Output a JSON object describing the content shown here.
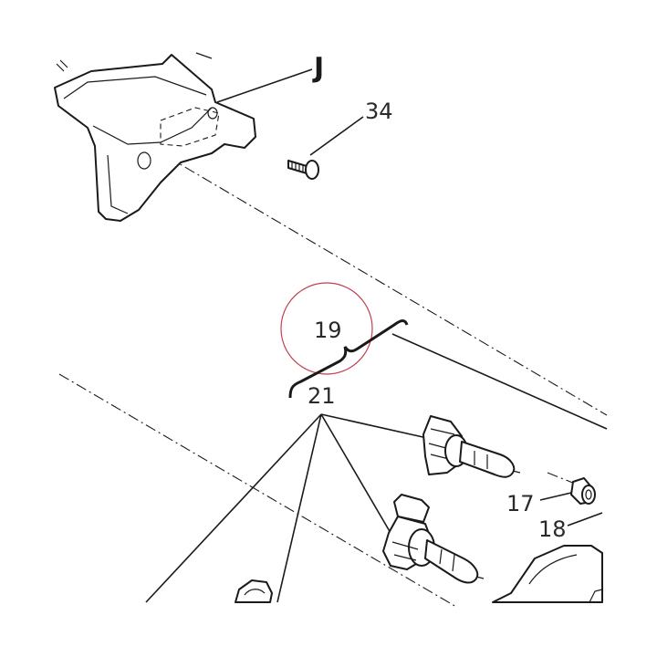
{
  "diagram": {
    "callouts": {
      "ref_j": "J",
      "p34": "34",
      "p19": "19",
      "p21": "21",
      "p17": "17",
      "p18": "18"
    },
    "highlight_color": "#c0404f",
    "line_color": "#1a1a1a"
  }
}
